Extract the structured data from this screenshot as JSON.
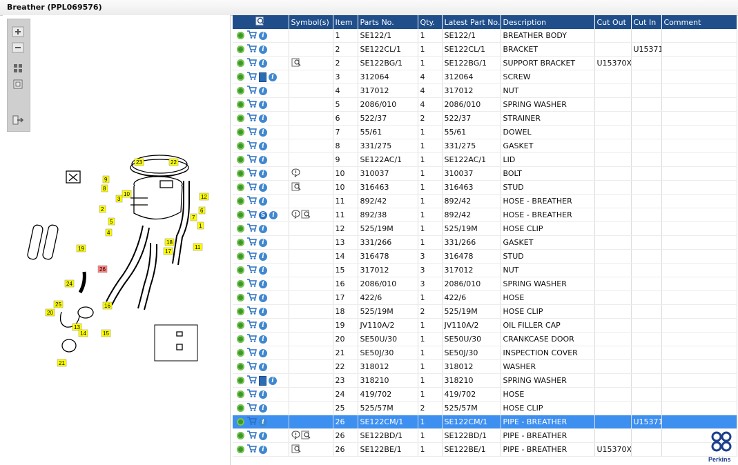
{
  "window": {
    "title": "Breather (PPL069576)"
  },
  "diagram": {
    "callouts": [
      "1",
      "2",
      "3",
      "4",
      "5",
      "6",
      "7",
      "8",
      "9",
      "10",
      "11",
      "12",
      "13",
      "14",
      "15",
      "16",
      "17",
      "18",
      "19",
      "20",
      "21",
      "22",
      "23",
      "24",
      "25",
      "26"
    ],
    "highlighted_callout": "26"
  },
  "table": {
    "headers": {
      "icons": "",
      "symbols": "Symbol(s)",
      "item": "Item",
      "parts_no": "Parts No.",
      "qty": "Qty.",
      "latest": "Latest Part No.",
      "desc": "Description",
      "cut_out": "Cut Out",
      "cut_in": "Cut In",
      "comment": "Comment"
    },
    "rows": [
      {
        "icons": [
          "gear",
          "cart",
          "info"
        ],
        "sym": [],
        "item": "1",
        "part": "SE122/1",
        "qty": "1",
        "latest": "SE122/1",
        "desc": "BREATHER BODY",
        "cut_out": "",
        "cut_in": "",
        "comment": ""
      },
      {
        "icons": [
          "gear",
          "cart",
          "info"
        ],
        "sym": [],
        "item": "2",
        "part": "SE122CL/1",
        "qty": "1",
        "latest": "SE122CL/1",
        "desc": "BRACKET",
        "cut_out": "",
        "cut_in": "U15371",
        "comment": ""
      },
      {
        "icons": [
          "gear",
          "cart",
          "info"
        ],
        "sym": [
          "magnify"
        ],
        "item": "2",
        "part": "SE122BG/1",
        "qty": "1",
        "latest": "SE122BG/1",
        "desc": "SUPPORT BRACKET",
        "cut_out": "U15370X",
        "cut_in": "",
        "comment": ""
      },
      {
        "icons": [
          "gear",
          "cart",
          "book",
          "info"
        ],
        "sym": [],
        "item": "3",
        "part": "312064",
        "qty": "4",
        "latest": "312064",
        "desc": "SCREW",
        "cut_out": "",
        "cut_in": "",
        "comment": ""
      },
      {
        "icons": [
          "gear",
          "cart",
          "info"
        ],
        "sym": [],
        "item": "4",
        "part": "317012",
        "qty": "4",
        "latest": "317012",
        "desc": "NUT",
        "cut_out": "",
        "cut_in": "",
        "comment": ""
      },
      {
        "icons": [
          "gear",
          "cart",
          "info"
        ],
        "sym": [],
        "item": "5",
        "part": "2086/010",
        "qty": "4",
        "latest": "2086/010",
        "desc": "SPRING WASHER",
        "cut_out": "",
        "cut_in": "",
        "comment": ""
      },
      {
        "icons": [
          "gear",
          "cart",
          "info"
        ],
        "sym": [],
        "item": "6",
        "part": "522/37",
        "qty": "2",
        "latest": "522/37",
        "desc": "STRAINER",
        "cut_out": "",
        "cut_in": "",
        "comment": ""
      },
      {
        "icons": [
          "gear",
          "cart",
          "info"
        ],
        "sym": [],
        "item": "7",
        "part": "55/61",
        "qty": "1",
        "latest": "55/61",
        "desc": "DOWEL",
        "cut_out": "",
        "cut_in": "",
        "comment": ""
      },
      {
        "icons": [
          "gear",
          "cart",
          "info"
        ],
        "sym": [],
        "item": "8",
        "part": "331/275",
        "qty": "1",
        "latest": "331/275",
        "desc": "GASKET",
        "cut_out": "",
        "cut_in": "",
        "comment": ""
      },
      {
        "icons": [
          "gear",
          "cart",
          "info"
        ],
        "sym": [],
        "item": "9",
        "part": "SE122AC/1",
        "qty": "1",
        "latest": "SE122AC/1",
        "desc": "LID",
        "cut_out": "",
        "cut_in": "",
        "comment": ""
      },
      {
        "icons": [
          "gear",
          "cart",
          "info"
        ],
        "sym": [
          "comment"
        ],
        "item": "10",
        "part": "310037",
        "qty": "1",
        "latest": "310037",
        "desc": "BOLT",
        "cut_out": "",
        "cut_in": "",
        "comment": ""
      },
      {
        "icons": [
          "gear",
          "cart",
          "info"
        ],
        "sym": [
          "magnify"
        ],
        "item": "10",
        "part": "316463",
        "qty": "1",
        "latest": "316463",
        "desc": "STUD",
        "cut_out": "",
        "cut_in": "",
        "comment": ""
      },
      {
        "icons": [
          "gear",
          "cart",
          "info"
        ],
        "sym": [],
        "item": "11",
        "part": "892/42",
        "qty": "1",
        "latest": "892/42",
        "desc": "HOSE - BREATHER",
        "cut_out": "",
        "cut_in": "",
        "comment": ""
      },
      {
        "icons": [
          "gear",
          "cart",
          "s",
          "info"
        ],
        "sym": [
          "comment",
          "magnify"
        ],
        "item": "11",
        "part": "892/38",
        "qty": "1",
        "latest": "892/42",
        "desc": "HOSE - BREATHER",
        "cut_out": "",
        "cut_in": "",
        "comment": ""
      },
      {
        "icons": [
          "gear",
          "cart",
          "info"
        ],
        "sym": [],
        "item": "12",
        "part": "525/19M",
        "qty": "1",
        "latest": "525/19M",
        "desc": "HOSE CLIP",
        "cut_out": "",
        "cut_in": "",
        "comment": ""
      },
      {
        "icons": [
          "gear",
          "cart",
          "info"
        ],
        "sym": [],
        "item": "13",
        "part": "331/266",
        "qty": "1",
        "latest": "331/266",
        "desc": "GASKET",
        "cut_out": "",
        "cut_in": "",
        "comment": ""
      },
      {
        "icons": [
          "gear",
          "cart",
          "info"
        ],
        "sym": [],
        "item": "14",
        "part": "316478",
        "qty": "3",
        "latest": "316478",
        "desc": "STUD",
        "cut_out": "",
        "cut_in": "",
        "comment": ""
      },
      {
        "icons": [
          "gear",
          "cart",
          "info"
        ],
        "sym": [],
        "item": "15",
        "part": "317012",
        "qty": "3",
        "latest": "317012",
        "desc": "NUT",
        "cut_out": "",
        "cut_in": "",
        "comment": ""
      },
      {
        "icons": [
          "gear",
          "cart",
          "info"
        ],
        "sym": [],
        "item": "16",
        "part": "2086/010",
        "qty": "3",
        "latest": "2086/010",
        "desc": "SPRING WASHER",
        "cut_out": "",
        "cut_in": "",
        "comment": ""
      },
      {
        "icons": [
          "gear",
          "cart",
          "info"
        ],
        "sym": [],
        "item": "17",
        "part": "422/6",
        "qty": "1",
        "latest": "422/6",
        "desc": "HOSE",
        "cut_out": "",
        "cut_in": "",
        "comment": ""
      },
      {
        "icons": [
          "gear",
          "cart",
          "info"
        ],
        "sym": [],
        "item": "18",
        "part": "525/19M",
        "qty": "2",
        "latest": "525/19M",
        "desc": "HOSE CLIP",
        "cut_out": "",
        "cut_in": "",
        "comment": ""
      },
      {
        "icons": [
          "gear",
          "cart",
          "info"
        ],
        "sym": [],
        "item": "19",
        "part": "JV110A/2",
        "qty": "1",
        "latest": "JV110A/2",
        "desc": "OIL FILLER CAP",
        "cut_out": "",
        "cut_in": "",
        "comment": ""
      },
      {
        "icons": [
          "gear",
          "cart",
          "info"
        ],
        "sym": [],
        "item": "20",
        "part": "SE50U/30",
        "qty": "1",
        "latest": "SE50U/30",
        "desc": "CRANKCASE DOOR",
        "cut_out": "",
        "cut_in": "",
        "comment": ""
      },
      {
        "icons": [
          "gear",
          "cart",
          "info"
        ],
        "sym": [],
        "item": "21",
        "part": "SE50J/30",
        "qty": "1",
        "latest": "SE50J/30",
        "desc": "INSPECTION COVER",
        "cut_out": "",
        "cut_in": "",
        "comment": ""
      },
      {
        "icons": [
          "gear",
          "cart",
          "info"
        ],
        "sym": [],
        "item": "22",
        "part": "318012",
        "qty": "1",
        "latest": "318012",
        "desc": "WASHER",
        "cut_out": "",
        "cut_in": "",
        "comment": ""
      },
      {
        "icons": [
          "gear",
          "cart",
          "book",
          "info"
        ],
        "sym": [],
        "item": "23",
        "part": "318210",
        "qty": "1",
        "latest": "318210",
        "desc": "SPRING WASHER",
        "cut_out": "",
        "cut_in": "",
        "comment": ""
      },
      {
        "icons": [
          "gear",
          "cart",
          "info"
        ],
        "sym": [],
        "item": "24",
        "part": "419/702",
        "qty": "1",
        "latest": "419/702",
        "desc": "HOSE",
        "cut_out": "",
        "cut_in": "",
        "comment": ""
      },
      {
        "icons": [
          "gear",
          "cart",
          "info"
        ],
        "sym": [],
        "item": "25",
        "part": "525/57M",
        "qty": "2",
        "latest": "525/57M",
        "desc": "HOSE CLIP",
        "cut_out": "",
        "cut_in": "",
        "comment": ""
      },
      {
        "icons": [
          "gear",
          "cart",
          "info"
        ],
        "sym": [],
        "item": "26",
        "part": "SE122CM/1",
        "qty": "1",
        "latest": "SE122CM/1",
        "desc": "PIPE - BREATHER",
        "cut_out": "",
        "cut_in": "U15371",
        "comment": "",
        "selected": true
      },
      {
        "icons": [
          "gear",
          "cart",
          "info"
        ],
        "sym": [
          "comment",
          "magnify"
        ],
        "item": "26",
        "part": "SE122BD/1",
        "qty": "1",
        "latest": "SE122BD/1",
        "desc": "PIPE - BREATHER",
        "cut_out": "",
        "cut_in": "",
        "comment": ""
      },
      {
        "icons": [
          "gear",
          "cart",
          "info"
        ],
        "sym": [
          "magnify"
        ],
        "item": "26",
        "part": "SE122BE/1",
        "qty": "1",
        "latest": "SE122BE/1",
        "desc": "PIPE - BREATHER",
        "cut_out": "U15370X",
        "cut_in": "",
        "comment": ""
      }
    ]
  },
  "brand": {
    "name": "Perkins",
    "color": "#1c3f8c"
  },
  "colors": {
    "header_bg": "#1f4e8a",
    "selected_row": "#3d8ff0",
    "callout_yellow": "#ffff00",
    "callout_highlight": "#ff8080"
  }
}
